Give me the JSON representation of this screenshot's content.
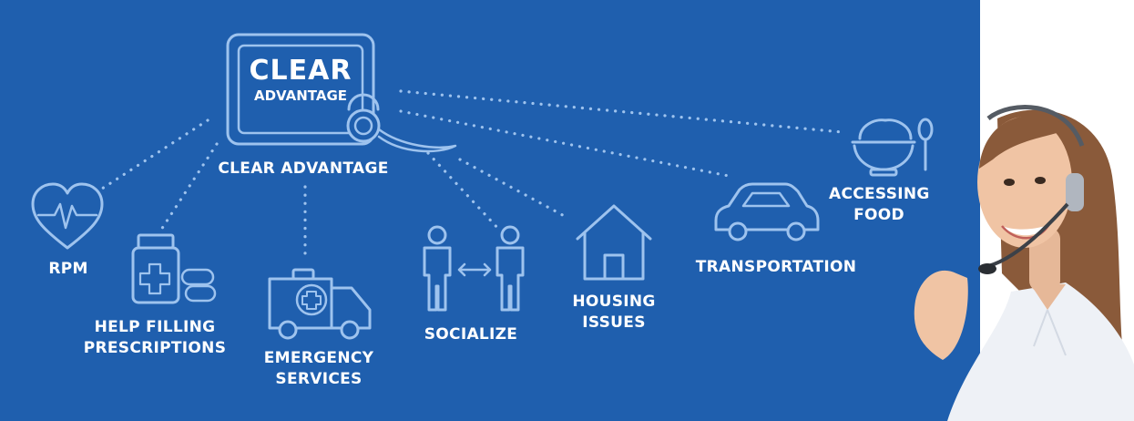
{
  "colors": {
    "background": "#1f5fae",
    "icon_stroke": "#9ec3ee",
    "text": "#ffffff",
    "right_panel": "#ffffff"
  },
  "logo": {
    "line1": "CLEAR",
    "line2": "ADVANTAGE",
    "icon": "tablet-headset-icon"
  },
  "hub_label": "CLEAR ADVANTAGE",
  "services": {
    "rpm": {
      "label": "RPM",
      "icon": "heart-pulse-icon"
    },
    "prescriptions": {
      "line1": "HELP FILLING",
      "line2": "PRESCRIPTIONS",
      "icon": "pill-bottle-icon"
    },
    "emergency": {
      "line1": "EMERGENCY",
      "line2": "SERVICES",
      "icon": "ambulance-icon"
    },
    "socialize": {
      "label": "SOCIALIZE",
      "icon": "two-people-icon"
    },
    "housing": {
      "line1": "HOUSING",
      "line2": "ISSUES",
      "icon": "house-icon"
    },
    "transportation": {
      "label": "TRANSPORTATION",
      "icon": "car-icon"
    },
    "food": {
      "line1": "ACCESSING",
      "line2": "FOOD",
      "icon": "bowl-spoon-icon"
    }
  },
  "photo": {
    "subject": "woman-with-headset"
  }
}
